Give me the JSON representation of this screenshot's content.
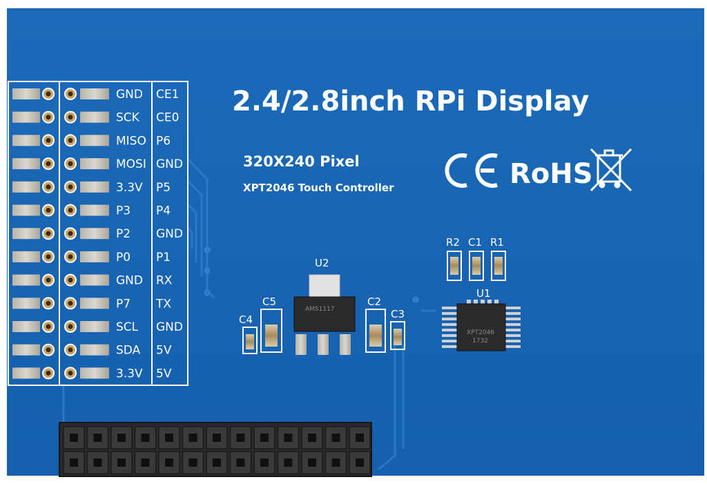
{
  "board": {
    "title": "2.4/2.8inch RPi Display",
    "resolution": "320X240 Pixel",
    "controller": "XPT2046 Touch Controller",
    "colors": {
      "pcb": "#1865b4",
      "silkscreen": "#ffffff",
      "header": "#2a2a2a",
      "pad": "#c9c4b8"
    }
  },
  "pin_labels_left": [
    "GND",
    "SCK",
    "MISO",
    "MOSI",
    "3.3V",
    "P3",
    "P2",
    "P0",
    "GND",
    "P7",
    "SCL",
    "SDA",
    "3.3V"
  ],
  "pin_labels_right": [
    "CE1",
    "CE0",
    "P6",
    "GND",
    "P5",
    "P4",
    "GND",
    "P1",
    "RX",
    "TX",
    "GND",
    "5V",
    "5V"
  ],
  "components": {
    "u2": "U2",
    "u1": "U1",
    "c5": "C5",
    "c4": "C4",
    "c2": "C2",
    "c3": "C3",
    "r2": "R2",
    "c1": "C1",
    "r1": "R1"
  },
  "chips": {
    "regulator_marking": "AMS1117",
    "touch_marking_1": "XPT2046",
    "touch_marking_2": "1732"
  },
  "certifications": {
    "ce": "CE",
    "rohs": "RoHS",
    "weee": "weee-bin-icon"
  }
}
